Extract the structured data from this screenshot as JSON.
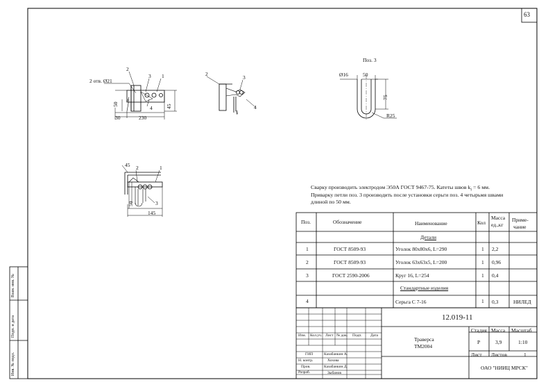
{
  "sheet_number": "63",
  "drawings": {
    "view1": {
      "holes": "2 отв. Ø21",
      "p2": "2",
      "p3": "3",
      "p1": "1",
      "p4": "4",
      "d50": "50",
      "d45": "45",
      "d30": "30",
      "d230": "230"
    },
    "view2": {
      "p2": "2",
      "p3": "3",
      "p1": "1",
      "p4": "4"
    },
    "view3": {
      "title": "Поз. 3",
      "d16": "Ø16",
      "d50": "50",
      "d75": "75",
      "r25": "R25"
    },
    "view4": {
      "d45": "45",
      "p2": "2",
      "p1": "1",
      "d50": "50",
      "p3": "3",
      "d145": "145"
    }
  },
  "notes": {
    "line1": "Сварку производить электродом Э50А ГОСТ 9467-75.  Катеты швов k",
    "line1_sub": "f",
    "line1_end": " = 6 мм.",
    "line2": "Приварку петли поз. 3 производить после установки серьги поз. 4 четырьмя швами",
    "line3": "длиной по 50 мм."
  },
  "spec_table": {
    "headers": {
      "pos": "Поз.",
      "designation": "Обозначение",
      "name": "Наименование",
      "qty": "Кол",
      "mass_l1": "Масса",
      "mass_l2": "ед.,кг",
      "note_l1": "Приме-",
      "note_l2": "чание"
    },
    "section_details": "Детали",
    "section_standard": "Стандартные изделия",
    "rows": [
      {
        "pos": "1",
        "designation": "ГОСТ 8509-93",
        "name": "Уголок 80х80х6, L=290",
        "qty": "1",
        "mass": "2,2",
        "note": ""
      },
      {
        "pos": "2",
        "designation": "ГОСТ 8509-93",
        "name": "Уголок 63х63х5,  L=200",
        "qty": "1",
        "mass": "0,96",
        "note": ""
      },
      {
        "pos": "3",
        "designation": "ГОСТ 2590-2006",
        "name": "Круг 16, L=254",
        "qty": "1",
        "mass": "0,4",
        "note": ""
      },
      {
        "pos": "4",
        "designation": "",
        "name": "Серьга С 7-16",
        "qty": "1",
        "mass": "0,3",
        "note": "НИЛЕД"
      }
    ]
  },
  "title_block": {
    "doc_code": "12.019-11",
    "name_l1": "Траверса",
    "name_l2": "ТМ2004",
    "stage_label": "Стадия",
    "mass_label": "Масса",
    "scale_label": "Масштаб",
    "stage": "Р",
    "mass": "3,9",
    "scale": "1:10",
    "sheet_label": "Лист",
    "sheets_label": "Листов",
    "sheets": "1",
    "org": "ОАО \"НИИЦ МРСК\"",
    "rev_headers": [
      "Изм.",
      "Кол.уч.",
      "Лист",
      "№ док.",
      "Подп.",
      "Дата"
    ],
    "roles": [
      {
        "role": "ГИП",
        "person": "Казабанкин А."
      },
      {
        "role": "Н. контр.",
        "person": "Хохова"
      },
      {
        "role": "Пров.",
        "person": "Казабанкин Д."
      },
      {
        "role": "Разраб.",
        "person": "Зыбанов"
      }
    ]
  },
  "side_stamp": {
    "inv_orig": "Инв. № подл.",
    "sign_date": "Подп. и дата",
    "inv_replace": "Взам. инв. №"
  }
}
